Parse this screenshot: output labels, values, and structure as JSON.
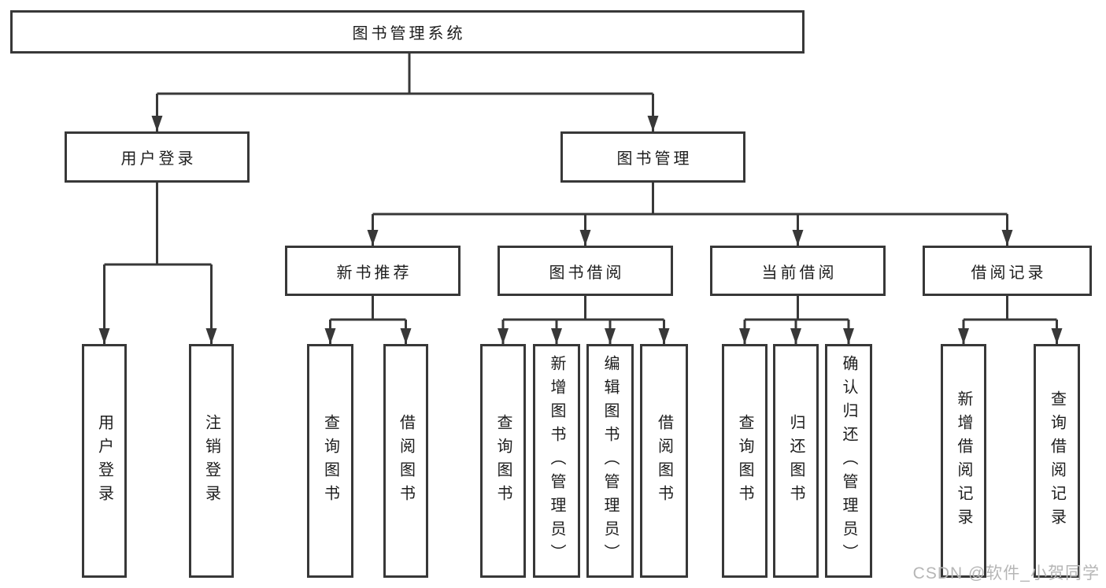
{
  "diagram": {
    "title": "图书管理系统",
    "watermark": "CSDN @软件_小贺同学",
    "colors": {
      "line": "#383838",
      "box_border": "#383838",
      "text": "#1d1d1d",
      "watermark": "#b6b6b6",
      "background": "#ffffff"
    },
    "tree": {
      "root": {
        "label": "图书管理系统"
      },
      "branches": [
        {
          "label": "用户登录",
          "children": [
            {
              "label": "用户登录"
            },
            {
              "label": "注销登录"
            }
          ]
        },
        {
          "label": "图书管理",
          "children": [
            {
              "label": "新书推荐",
              "children": [
                {
                  "label": "查询图书"
                },
                {
                  "label": "借阅图书"
                }
              ]
            },
            {
              "label": "图书借阅",
              "children": [
                {
                  "label": "查询图书"
                },
                {
                  "label": "新增图书（管理员）"
                },
                {
                  "label": "编辑图书（管理员）"
                },
                {
                  "label": "借阅图书"
                }
              ]
            },
            {
              "label": "当前借阅",
              "children": [
                {
                  "label": "查询图书"
                },
                {
                  "label": "归还图书"
                },
                {
                  "label": "确认归还（管理员）"
                }
              ]
            },
            {
              "label": "借阅记录",
              "children": [
                {
                  "label": "新增借阅记录"
                },
                {
                  "label": "查询借阅记录"
                }
              ]
            }
          ]
        }
      ]
    }
  }
}
